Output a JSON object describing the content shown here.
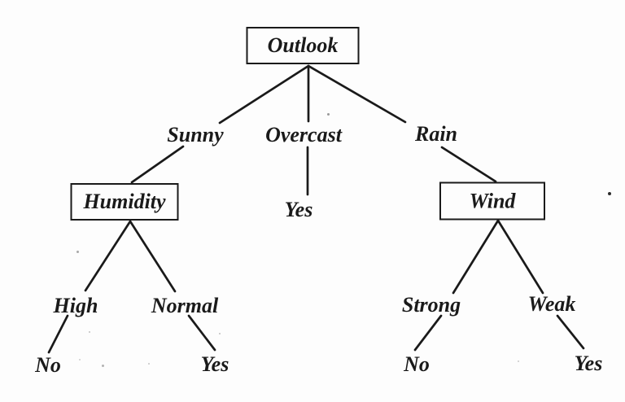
{
  "figure": {
    "type": "decision-tree",
    "background": "#fdfdfd",
    "ink": "#1a1a1a"
  },
  "tree": {
    "root": {
      "label": "Outlook",
      "boxed": true
    },
    "branches": [
      {
        "edge_label": "Sunny",
        "child": {
          "label": "Humidity",
          "boxed": true,
          "branches": [
            {
              "edge_label": "High",
              "child": {
                "label": "No"
              }
            },
            {
              "edge_label": "Normal",
              "child": {
                "label": "Yes"
              }
            }
          ]
        }
      },
      {
        "edge_label": "Overcast",
        "child": {
          "label": "Yes"
        }
      },
      {
        "edge_label": "Rain",
        "child": {
          "label": "Wind",
          "boxed": true,
          "branches": [
            {
              "edge_label": "Strong",
              "child": {
                "label": "No"
              }
            },
            {
              "edge_label": "Weak",
              "child": {
                "label": "Yes"
              }
            }
          ]
        }
      }
    ]
  }
}
